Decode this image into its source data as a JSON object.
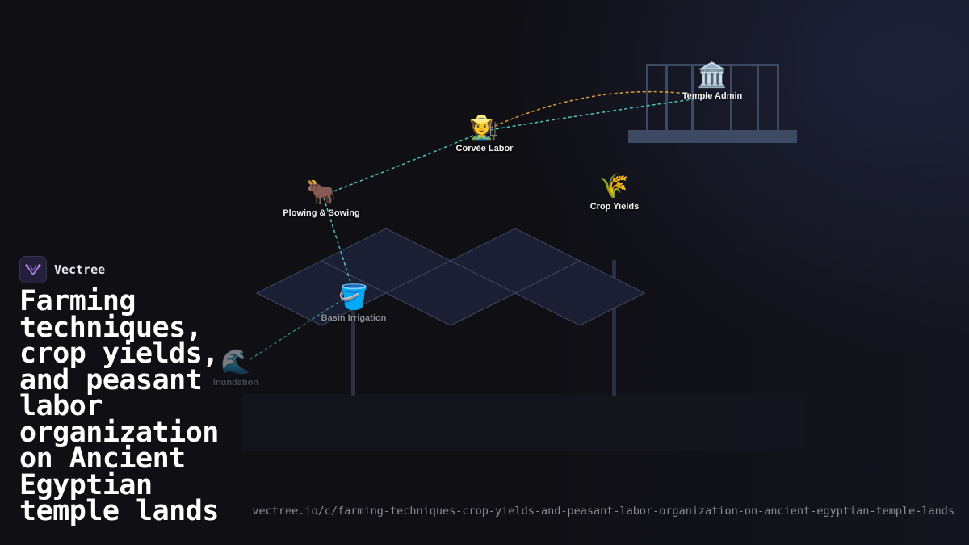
{
  "brand": {
    "name": "Vectree",
    "logo_icon": "vectree-logo-icon",
    "accent": "#b07cf0"
  },
  "title": "Farming techniques, crop yields, and peasant labor organization on Ancient Egyptian temple lands",
  "url": "vectree.io/c/farming-techniques-crop-yields-and-peasant-labor-organization-on-ancient-egyptian-temple-lands",
  "nodes": [
    {
      "id": "temple-admin",
      "label": "Temple Admin",
      "icon": "🏛️",
      "icon_name": "temple-icon"
    },
    {
      "id": "corvee-labor",
      "label": "Corvée Labor",
      "icon": "🧑‍🌾",
      "icon_name": "farmer-icon"
    },
    {
      "id": "plowing-sowing",
      "label": "Plowing & Sowing",
      "icon": "🐂",
      "icon_name": "ox-icon"
    },
    {
      "id": "crop-yields",
      "label": "Crop Yields",
      "icon": "🌾",
      "icon_name": "wheat-icon"
    },
    {
      "id": "basin-irrigation",
      "label": "Basin Irrigation",
      "icon": "🪣",
      "icon_name": "bucket-icon"
    },
    {
      "id": "inundation",
      "label": "Inundation",
      "icon": "🌊",
      "icon_name": "wave-icon"
    }
  ],
  "edges": [
    {
      "from": "inundation",
      "to": "basin-irrigation",
      "color": "#4fd1c5"
    },
    {
      "from": "basin-irrigation",
      "to": "plowing-sowing",
      "color": "#4fd1c5"
    },
    {
      "from": "plowing-sowing",
      "to": "corvee-labor",
      "color": "#4fd1c5"
    },
    {
      "from": "corvee-labor",
      "to": "temple-admin",
      "color": "#4fd1c5"
    },
    {
      "from": "corvee-labor",
      "to": "temple-admin",
      "color": "#e8a33c"
    }
  ],
  "colors": {
    "background": "#0f0f14",
    "field_fill": "#1a1f33",
    "field_stroke": "#3a4560",
    "temple_structure": "#3d4a63"
  }
}
